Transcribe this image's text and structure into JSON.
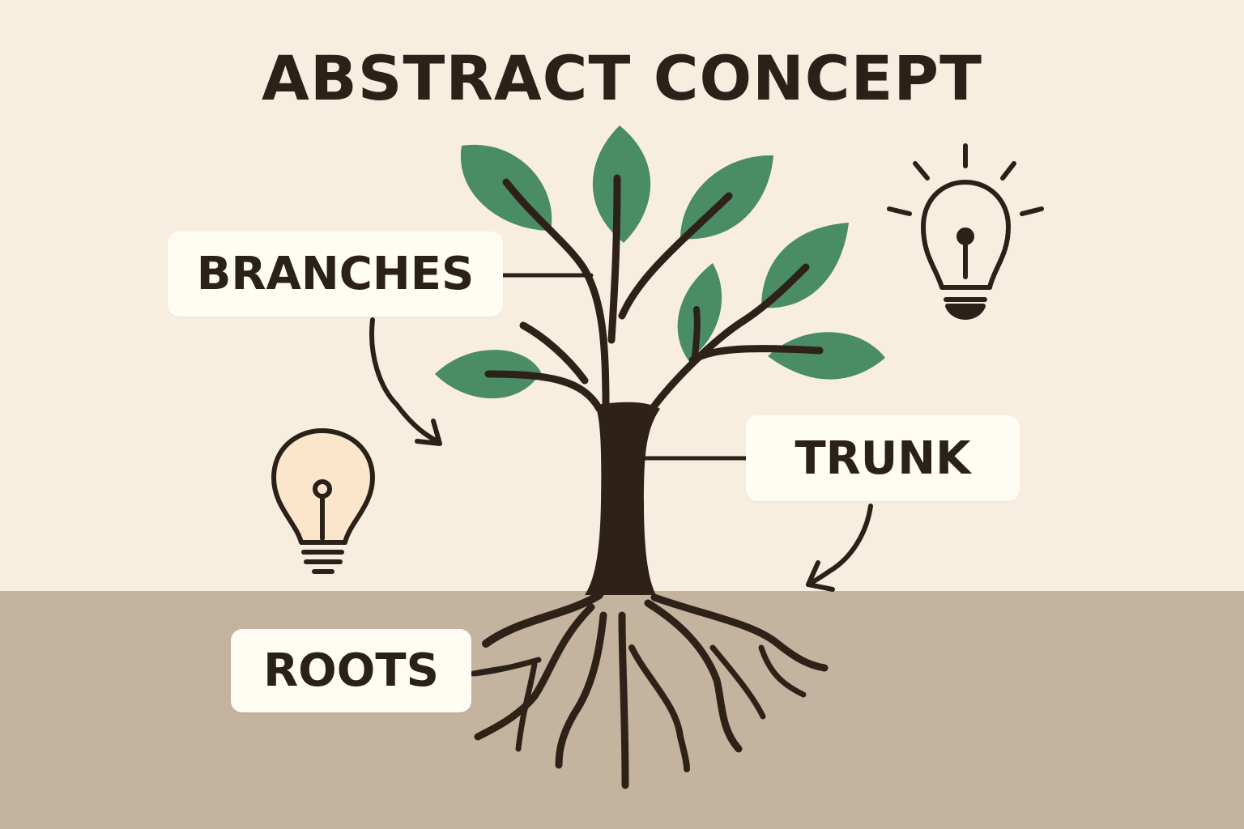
{
  "title": "ABSTRACT CONCEPT",
  "labels": {
    "branches": "BRANCHES",
    "trunk": "TRUNK",
    "roots": "ROOTS"
  },
  "colors": {
    "sky": "#f7eee0",
    "ground": "#c4b39f",
    "tree": "#2e2218",
    "leaf": "#4a8c63",
    "label_bg": "#fffcf4",
    "bulb_glow": "#fbe6cb",
    "ink": "#2a2119"
  },
  "icons": [
    "lightbulb-icon",
    "lightbulb-icon"
  ]
}
